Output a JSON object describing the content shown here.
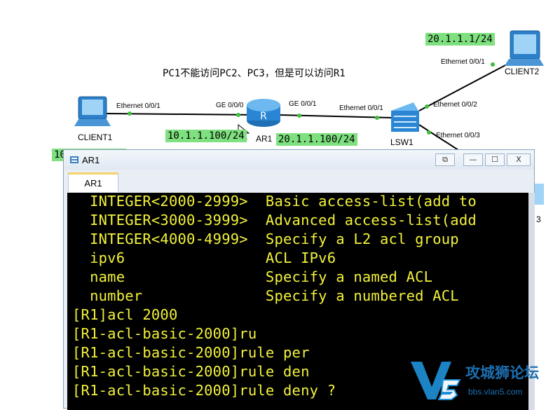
{
  "topology": {
    "note": "PC1不能访问PC2、PC3，但是可以访问R1",
    "devices": {
      "client1": "CLIENT1",
      "client2": "CLIENT2",
      "ar1": "AR1",
      "lsw1": "LSW1",
      "partial_left": "10",
      "partial_right": "3"
    },
    "interfaces": {
      "client1_eth": "Ethernet 0/0/1",
      "ar1_ge0": "GE 0/0/0",
      "ar1_ge1": "GE 0/0/1",
      "lsw1_eth1": "Ethernet 0/0/1",
      "client2_eth": "Ethernet 0/0/1",
      "lsw1_eth2": "Ethernet 0/0/2",
      "lsw1_eth3": "Ethernet 0/0/3"
    },
    "ip_labels": {
      "ar1_ge0_ip": "10.1.1.100/24",
      "ar1_ge1_ip": "20.1.1.100/24",
      "client2_ip": "20.1.1.1/24"
    }
  },
  "window": {
    "title": "AR1",
    "tab": "AR1",
    "controls": {
      "restore": "⧉",
      "minimize": "—",
      "maximize": "☐",
      "close": "X"
    }
  },
  "terminal": {
    "lines": [
      "  INTEGER<2000-2999>  Basic access-list(add to",
      "  INTEGER<3000-3999>  Advanced access-list(add",
      "  INTEGER<4000-4999>  Specify a L2 acl group",
      "  ipv6                ACL IPv6",
      "  name                Specify a named ACL",
      "  number              Specify a numbered ACL",
      "[R1]acl 2000",
      "[R1-acl-basic-2000]ru",
      "[R1-acl-basic-2000]rule per",
      "[R1-acl-basic-2000]rule den",
      "[R1-acl-basic-2000]rule deny ?"
    ]
  },
  "watermark": {
    "brand": "攻城狮论坛",
    "url": "bbs.vlan5.com",
    "logo_letter": "V"
  },
  "colors": {
    "terminal_bg": "#000000",
    "terminal_fg": "#f2f23c",
    "ip_label_bg": "#7fe07f",
    "link": "#000000",
    "port_dot": "#3cc03c"
  }
}
